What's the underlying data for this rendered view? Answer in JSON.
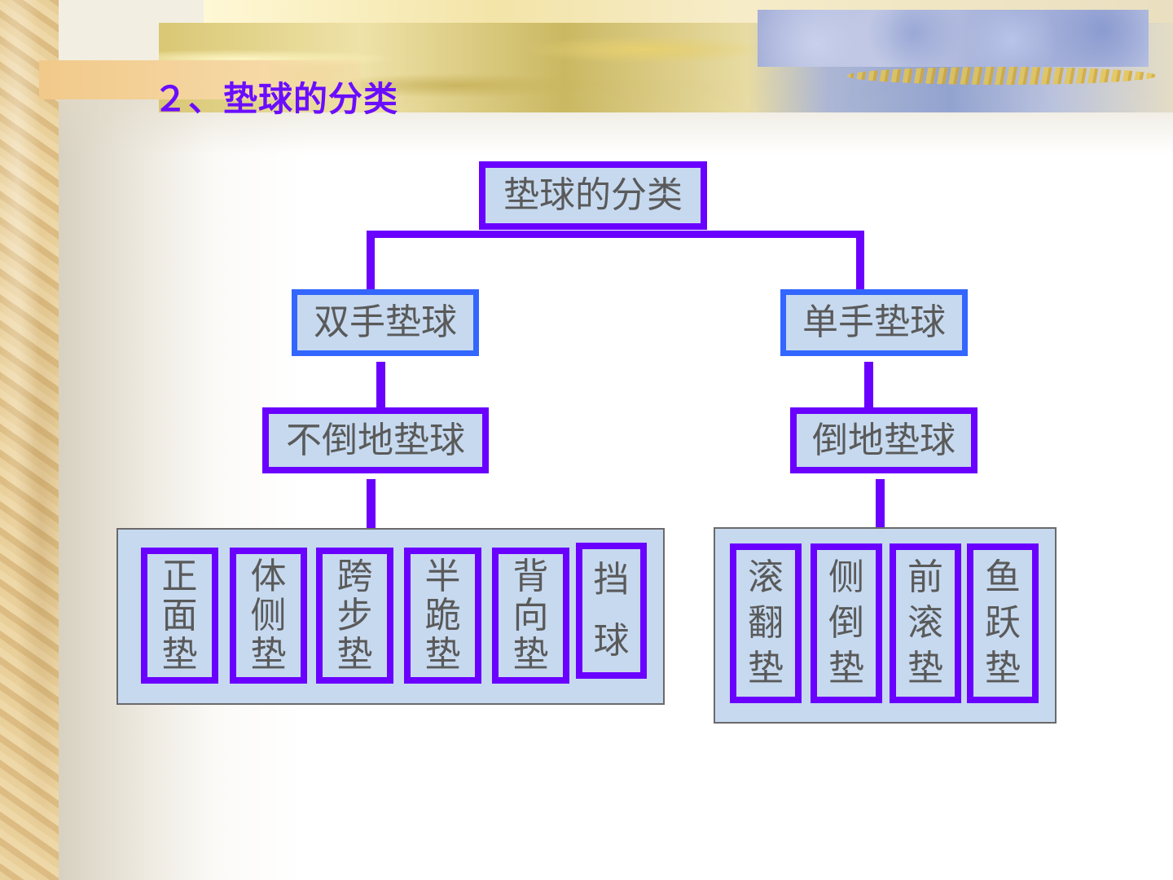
{
  "slide": {
    "title": "２、垫球的分类"
  },
  "diagram": {
    "root": "垫球的分类",
    "left_branch": {
      "label": "双手垫球",
      "sub": "不倒地垫球",
      "leaves": [
        {
          "chars": [
            "正",
            "面",
            "垫"
          ]
        },
        {
          "chars": [
            "体",
            "侧",
            "垫"
          ]
        },
        {
          "chars": [
            "跨",
            "步",
            "垫"
          ]
        },
        {
          "chars": [
            "半",
            "跪",
            "垫"
          ]
        },
        {
          "chars": [
            "背",
            "向",
            "垫"
          ]
        },
        {
          "chars": [
            "挡",
            "球"
          ]
        }
      ]
    },
    "right_branch": {
      "label": "单手垫球",
      "sub": "倒地垫球",
      "leaves": [
        {
          "chars": [
            "滚",
            "翻",
            "垫"
          ]
        },
        {
          "chars": [
            "侧",
            "倒",
            "垫"
          ]
        },
        {
          "chars": [
            "前",
            "滚",
            "垫"
          ]
        },
        {
          "chars": [
            "鱼",
            "跃",
            "垫"
          ]
        }
      ]
    }
  },
  "colors": {
    "title": "#6a0dff",
    "border_purple": "#6a00ff",
    "border_blue": "#3366ff",
    "box_fill": "#c6d9ef",
    "text_gray": "#5a5a5a"
  }
}
